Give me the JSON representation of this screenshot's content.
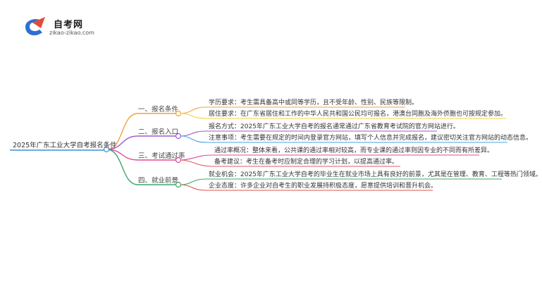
{
  "logo": {
    "title": "自考网",
    "url_text": "zikao-zikao.com"
  },
  "diagram": {
    "root": "2025年广东工业大学自考报名条件",
    "branches": [
      {
        "label": "一、报名条件",
        "color": "#f4a23b",
        "leaves": [
          {
            "text": "学历要求：考生需具备高中或同等学历，且不受年龄、性别、民族等限制。",
            "color": "#f4a23b"
          },
          {
            "text": "居住要求：在广东省居住和工作的中华人民共和国公民均可报名，港澳台同胞及海外侨胞也可按规定参加。",
            "color": "#f1d43a"
          }
        ]
      },
      {
        "label": "二、报名入口",
        "color": "#9b59d0",
        "leaves": [
          {
            "text": "报名方式：2025年广东工业大学自考的报名通常通过广东省教育考试院的官方网站进行。",
            "color": "#9b59d0"
          },
          {
            "text": "注意事项：考生需要在规定的时间内登录官方网站，填写个人信息并完成报名，建议密切关注官方网站的动态信息。",
            "color": "#4aa3e0"
          }
        ]
      },
      {
        "label": "三、考试通过率",
        "color": "#e0489a",
        "leaves": [
          {
            "text": "通过率概况：整体来看，公共课的通过率相对较高，而专业课的通过率则因专业的不同而有所差异。",
            "color": "#e0489a"
          },
          {
            "text": "备考建议：考生在备考时应制定合理的学习计划，以提高通过率。",
            "color": "#e45a5a"
          }
        ]
      },
      {
        "label": "四、就业前景",
        "color": "#3aa86a",
        "leaves": [
          {
            "text": "就业机会：2025年广东工业大学自考的毕业生在就业市场上具有良好的前景，尤其是在管理、教育、工程等热门领域。",
            "color": "#3aa86a"
          },
          {
            "text": "企业态度：许多企业对自考生的职业发展持积极态度，愿意提供培训和晋升机会。",
            "color": "#e0524a"
          }
        ]
      }
    ],
    "root_color": "#3a8fd6"
  }
}
